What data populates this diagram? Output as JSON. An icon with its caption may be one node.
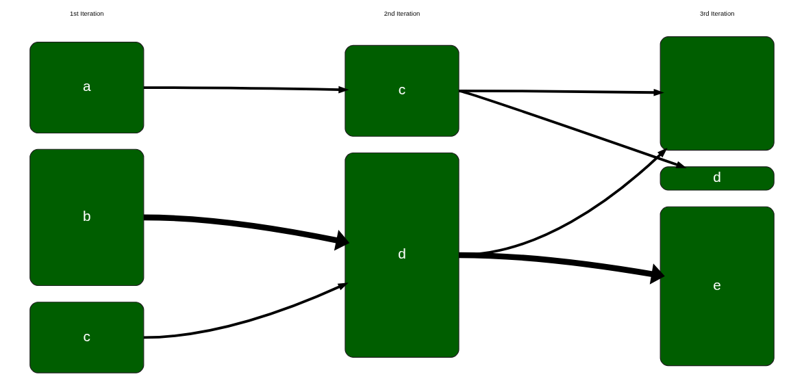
{
  "diagram": {
    "nodes": [
      {
        "text": [
          "a"
        ]
      },
      {
        "text": [
          "b"
        ]
      },
      {
        "text": [
          "c"
        ]
      },
      {
        "text": [
          "c"
        ]
      },
      {
        "text": [
          "d"
        ]
      },
      {
        "text": [],
        "shape": "box"
      },
      {
        "text": [
          "d"
        ]
      },
      {
        "text": [
          "e"
        ]
      }
    ],
    "edges": [
      {
        "from": 0,
        "to": 3,
        "arrow": "to"
      },
      {
        "from": 1,
        "to": 4,
        "arrow": "to",
        "style": "thick"
      },
      {
        "from": 2,
        "to": 4,
        "arrow": "to"
      },
      {
        "from": 3,
        "to": 5,
        "arrow": "to"
      },
      {
        "from": 3,
        "to": 6,
        "arrow": "to"
      },
      {
        "from": 4,
        "to": 5,
        "arrow": "to"
      },
      {
        "from": 4,
        "to": 7,
        "arrow": "to",
        "style": "thick"
      }
    ],
    "labels": [
      "1st Iteration",
      "2nd Iteration",
      "3rd Iteration"
    ]
  }
}
